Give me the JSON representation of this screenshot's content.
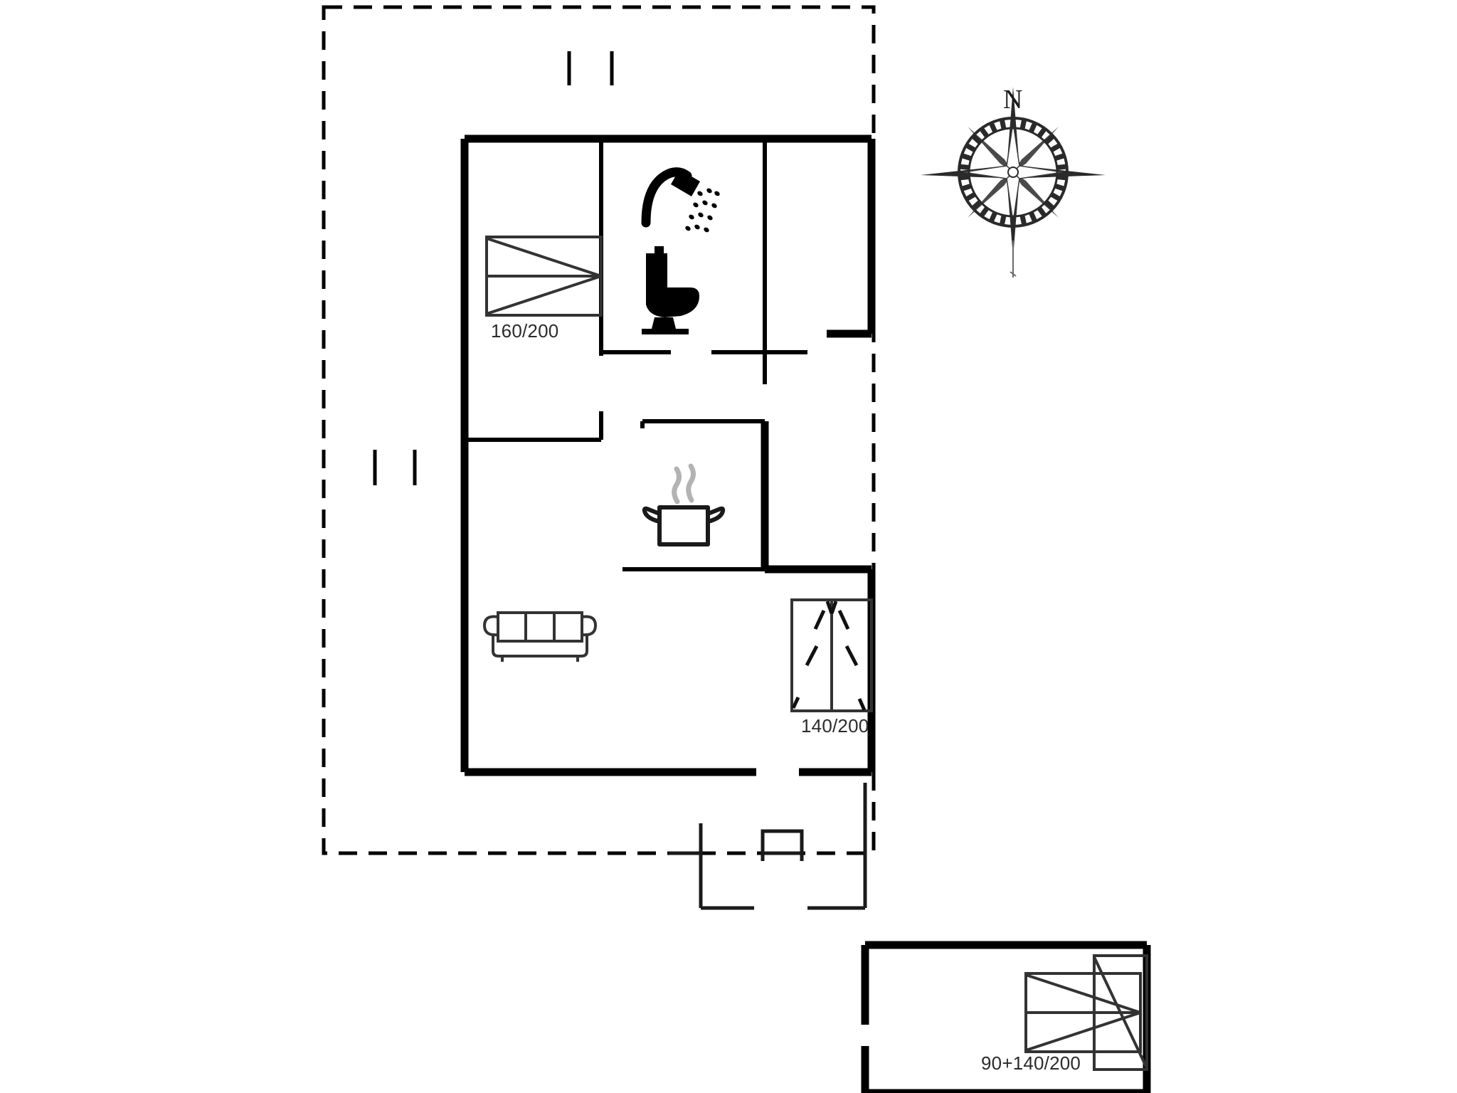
{
  "document": {
    "title": "Holiday House Floor Plan",
    "background_color": "#ffffff",
    "wall_color": "#000000",
    "thin_line_color": "#1a1a1a",
    "furniture_line_color": "#333333",
    "text_color": "#2b2b2b"
  },
  "compass": {
    "name": "compass-rose",
    "north_label": "N",
    "orientation": "north-up"
  },
  "labels": {
    "bed_master": "160/200",
    "bed_second": "140/200",
    "bed_annex": "90+140/200"
  },
  "icons": {
    "shower": "shower-icon",
    "toilet": "toilet-icon",
    "cooking_pot": "cooking-pot-icon",
    "sofa": "sofa-icon",
    "bed_master": "double-bed-icon",
    "bed_second": "double-bed-icon",
    "bed_annex_double": "double-bed-icon",
    "bed_annex_single": "single-bed-icon",
    "compass": "compass-rose-icon"
  },
  "rooms": [
    {
      "name": "bedroom-master",
      "furniture": [
        "double-bed"
      ],
      "dimension_label": "160/200"
    },
    {
      "name": "bathroom",
      "furniture": [
        "shower",
        "toilet"
      ]
    },
    {
      "name": "bedroom-east-wing",
      "furniture": []
    },
    {
      "name": "living-room",
      "furniture": [
        "sofa"
      ]
    },
    {
      "name": "kitchen",
      "furniture": [
        "cooking-pot"
      ]
    },
    {
      "name": "bedroom-south",
      "furniture": [
        "double-bed"
      ],
      "dimension_label": "140/200"
    },
    {
      "name": "annex-bedroom",
      "furniture": [
        "double-bed",
        "single-bed"
      ],
      "dimension_label": "90+140/200"
    }
  ],
  "outlines": {
    "plot_boundary": "dashed",
    "terrace": "thin-solid",
    "building": "thick-solid"
  },
  "markers": {
    "window_north": "window-marker",
    "window_west": "window-marker"
  }
}
